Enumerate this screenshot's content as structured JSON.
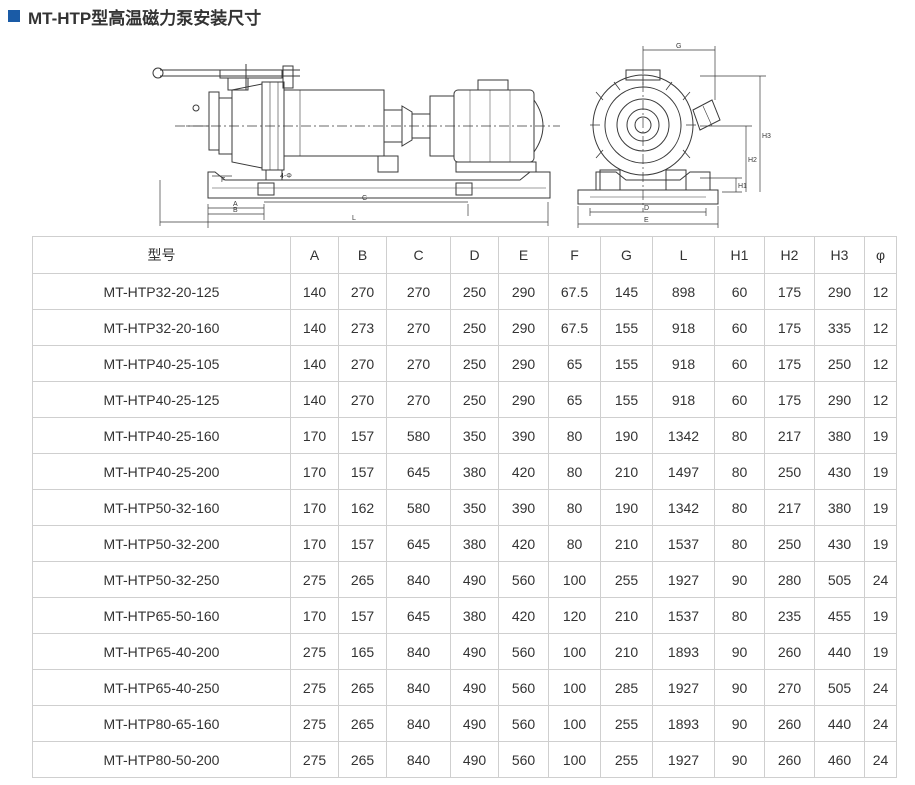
{
  "page": {
    "title": "MT-HTP型高温磁力泵安装尺寸",
    "accent_color": "#1a5ba6"
  },
  "drawing": {
    "side_view_labels": [
      "F",
      "4-Φ",
      "A",
      "B",
      "C",
      "L"
    ],
    "front_view_labels": [
      "G",
      "H1",
      "H2",
      "H3",
      "D",
      "E"
    ]
  },
  "table": {
    "headers": [
      "型号",
      "A",
      "B",
      "C",
      "D",
      "E",
      "F",
      "G",
      "L",
      "H1",
      "H2",
      "H3",
      "φ"
    ],
    "rows": [
      [
        "MT-HTP32-20-125",
        "140",
        "270",
        "270",
        "250",
        "290",
        "67.5",
        "145",
        "898",
        "60",
        "175",
        "290",
        "12"
      ],
      [
        "MT-HTP32-20-160",
        "140",
        "273",
        "270",
        "250",
        "290",
        "67.5",
        "155",
        "918",
        "60",
        "175",
        "335",
        "12"
      ],
      [
        "MT-HTP40-25-105",
        "140",
        "270",
        "270",
        "250",
        "290",
        "65",
        "155",
        "918",
        "60",
        "175",
        "250",
        "12"
      ],
      [
        "MT-HTP40-25-125",
        "140",
        "270",
        "270",
        "250",
        "290",
        "65",
        "155",
        "918",
        "60",
        "175",
        "290",
        "12"
      ],
      [
        "MT-HTP40-25-160",
        "170",
        "157",
        "580",
        "350",
        "390",
        "80",
        "190",
        "1342",
        "80",
        "217",
        "380",
        "19"
      ],
      [
        "MT-HTP40-25-200",
        "170",
        "157",
        "645",
        "380",
        "420",
        "80",
        "210",
        "1497",
        "80",
        "250",
        "430",
        "19"
      ],
      [
        "MT-HTP50-32-160",
        "170",
        "162",
        "580",
        "350",
        "390",
        "80",
        "190",
        "1342",
        "80",
        "217",
        "380",
        "19"
      ],
      [
        "MT-HTP50-32-200",
        "170",
        "157",
        "645",
        "380",
        "420",
        "80",
        "210",
        "1537",
        "80",
        "250",
        "430",
        "19"
      ],
      [
        "MT-HTP50-32-250",
        "275",
        "265",
        "840",
        "490",
        "560",
        "100",
        "255",
        "1927",
        "90",
        "280",
        "505",
        "24"
      ],
      [
        "MT-HTP65-50-160",
        "170",
        "157",
        "645",
        "380",
        "420",
        "120",
        "210",
        "1537",
        "80",
        "235",
        "455",
        "19"
      ],
      [
        "MT-HTP65-40-200",
        "275",
        "165",
        "840",
        "490",
        "560",
        "100",
        "210",
        "1893",
        "90",
        "260",
        "440",
        "19"
      ],
      [
        "MT-HTP65-40-250",
        "275",
        "265",
        "840",
        "490",
        "560",
        "100",
        "285",
        "1927",
        "90",
        "270",
        "505",
        "24"
      ],
      [
        "MT-HTP80-65-160",
        "275",
        "265",
        "840",
        "490",
        "560",
        "100",
        "255",
        "1893",
        "90",
        "260",
        "440",
        "24"
      ],
      [
        "MT-HTP80-50-200",
        "275",
        "265",
        "840",
        "490",
        "560",
        "100",
        "255",
        "1927",
        "90",
        "260",
        "460",
        "24"
      ]
    ]
  }
}
